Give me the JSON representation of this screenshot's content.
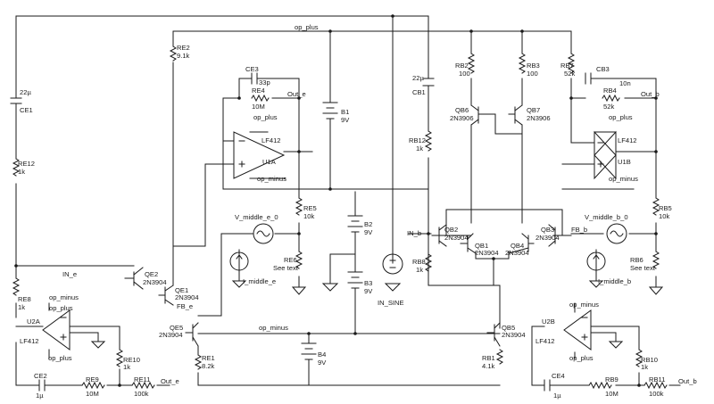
{
  "nets": {
    "op_plus": "op_plus",
    "op_minus": "op_minus",
    "in_e": "IN_e",
    "fb_e": "FB_e",
    "in_b": "IN_b",
    "fb_b": "FB_b",
    "out_e": "Out_e",
    "out_b": "Out_b",
    "in_sine": "IN_SINE",
    "v_middle_e": "V_middle_e_0",
    "v_middle_b": "V_middle_b_0",
    "i_middle_e": "I_middle_e",
    "i_middle_b": "I_middle_b"
  },
  "resistors": {
    "re2": {
      "ref": "RE2",
      "val": "9.1k"
    },
    "re4": {
      "ref": "RE4",
      "val": "10M"
    },
    "re5": {
      "ref": "RE5",
      "val": "10k"
    },
    "re6": {
      "ref": "RE6",
      "val": "See text"
    },
    "re12": {
      "ref": "RE12",
      "val": "1k"
    },
    "re8": {
      "ref": "RE8",
      "val": "1k"
    },
    "re10": {
      "ref": "RE10",
      "val": "1k"
    },
    "re9": {
      "ref": "RE9",
      "val": "10M"
    },
    "re11": {
      "ref": "RE11",
      "val": "100k"
    },
    "re1": {
      "ref": "RE1",
      "val": "8.2k"
    },
    "rb2": {
      "ref": "RB2",
      "val": "100"
    },
    "rb3": {
      "ref": "RB3",
      "val": "100"
    },
    "rb7": {
      "ref": "RB7",
      "val": "52k"
    },
    "rb4": {
      "ref": "RB4",
      "val": "52k"
    },
    "rb12": {
      "ref": "RB12",
      "val": "1k"
    },
    "rb5": {
      "ref": "RB5",
      "val": "10k"
    },
    "rb6": {
      "ref": "RB6",
      "val": "See text"
    },
    "rb8": {
      "ref": "RB8",
      "val": "1k"
    },
    "rb1": {
      "ref": "RB1",
      "val": "4.1k"
    },
    "rb10": {
      "ref": "RB10",
      "val": "1k"
    },
    "rb9": {
      "ref": "RB9",
      "val": "10M"
    },
    "rb11": {
      "ref": "RB11",
      "val": "100k"
    }
  },
  "capacitors": {
    "ce1": {
      "ref": "CE1",
      "val": "22µ"
    },
    "ce3": {
      "ref": "CE3",
      "val": "33p"
    },
    "ce2": {
      "ref": "CE2",
      "val": "1µ"
    },
    "cb1": {
      "ref": "CB1",
      "val": "22µ"
    },
    "cb3": {
      "ref": "CB3",
      "val": "10n"
    },
    "ce4": {
      "ref": "CE4",
      "val": "1µ"
    }
  },
  "batteries": {
    "b1": {
      "ref": "B1",
      "val": "9V"
    },
    "b2": {
      "ref": "B2",
      "val": "9V"
    },
    "b3": {
      "ref": "B3",
      "val": "9V"
    },
    "b4": {
      "ref": "B4",
      "val": "9V"
    }
  },
  "transistors": {
    "qe2": {
      "ref": "QE2",
      "val": "2N3904"
    },
    "qe1": {
      "ref": "QE1",
      "val": "2N3904"
    },
    "qe5": {
      "ref": "QE5",
      "val": "2N3904"
    },
    "qb6": {
      "ref": "QB6",
      "val": "2N3906"
    },
    "qb7": {
      "ref": "QB7",
      "val": "2N3906"
    },
    "qb2": {
      "ref": "QB2",
      "val": "2N3904"
    },
    "qb1": {
      "ref": "QB1",
      "val": "2N3904"
    },
    "qb4": {
      "ref": "QB4",
      "val": "2N3904"
    },
    "qb3": {
      "ref": "QB3",
      "val": "2N3904"
    },
    "qb5": {
      "ref": "QB5",
      "val": "2N3904"
    }
  },
  "opamps": {
    "u1a": {
      "ref": "U1A",
      "val": "LF412",
      "pos": "op_plus",
      "neg": "op_minus"
    },
    "u1b": {
      "ref": "U1B",
      "val": "LF412",
      "pos": "op_plus",
      "neg": "op_minus"
    },
    "u2a": {
      "ref": "U2A",
      "val": "LF412",
      "pos": "op_plus",
      "neg": "op_minus"
    },
    "u2b": {
      "ref": "U2B",
      "val": "LF412",
      "pos": "op_plus",
      "neg": "op_minus"
    }
  }
}
